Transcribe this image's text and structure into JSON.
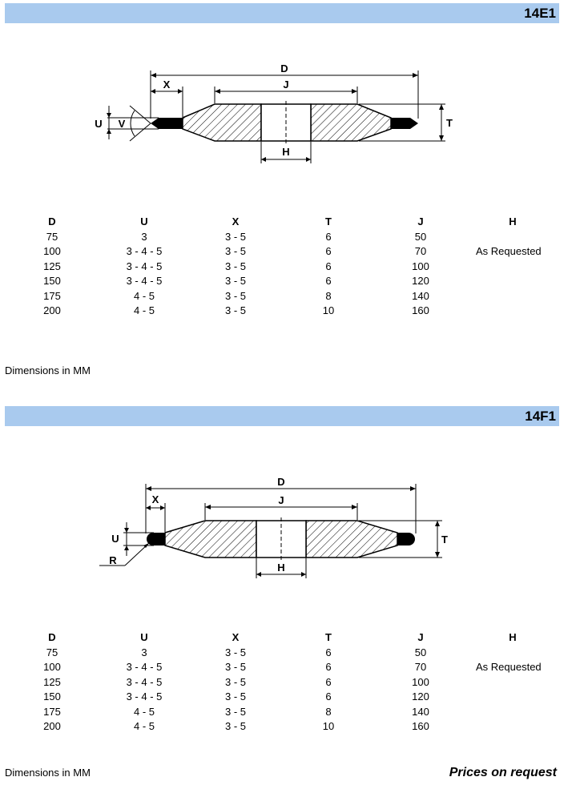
{
  "sections": [
    {
      "code": "14E1",
      "diagram_labels": {
        "D": "D",
        "J": "J",
        "X": "X",
        "U": "U",
        "V": "V",
        "T": "T",
        "H": "H"
      },
      "table": {
        "headers": [
          "D",
          "U",
          "X",
          "T",
          "J",
          "H"
        ],
        "rows": [
          [
            "75",
            "3",
            "3 - 5",
            "6",
            "50",
            ""
          ],
          [
            "100",
            "3 - 4 - 5",
            "3 - 5",
            "6",
            "70",
            "As Requested"
          ],
          [
            "125",
            "3 - 4 - 5",
            "3 - 5",
            "6",
            "100",
            ""
          ],
          [
            "150",
            "3 - 4 - 5",
            "3 - 5",
            "6",
            "120",
            ""
          ],
          [
            "175",
            "4 - 5",
            "3 - 5",
            "8",
            "140",
            ""
          ],
          [
            "200",
            "4 - 5",
            "3 - 5",
            "10",
            "160",
            ""
          ]
        ]
      },
      "note": "Dimensions in MM"
    },
    {
      "code": "14F1",
      "diagram_labels": {
        "D": "D",
        "J": "J",
        "X": "X",
        "U": "U",
        "R": "R",
        "T": "T",
        "H": "H"
      },
      "table": {
        "headers": [
          "D",
          "U",
          "X",
          "T",
          "J",
          "H"
        ],
        "rows": [
          [
            "75",
            "3",
            "3 - 5",
            "6",
            "50",
            ""
          ],
          [
            "100",
            "3 - 4 - 5",
            "3 - 5",
            "6",
            "70",
            "As Requested"
          ],
          [
            "125",
            "3 - 4 - 5",
            "3 - 5",
            "6",
            "100",
            ""
          ],
          [
            "150",
            "3 - 4 - 5",
            "3 - 5",
            "6",
            "120",
            ""
          ],
          [
            "175",
            "4 - 5",
            "3 - 5",
            "8",
            "140",
            ""
          ],
          [
            "200",
            "4 - 5",
            "3 - 5",
            "10",
            "160",
            ""
          ]
        ]
      },
      "note": "Dimensions in MM"
    }
  ],
  "footer": {
    "prices": "Prices on request"
  }
}
